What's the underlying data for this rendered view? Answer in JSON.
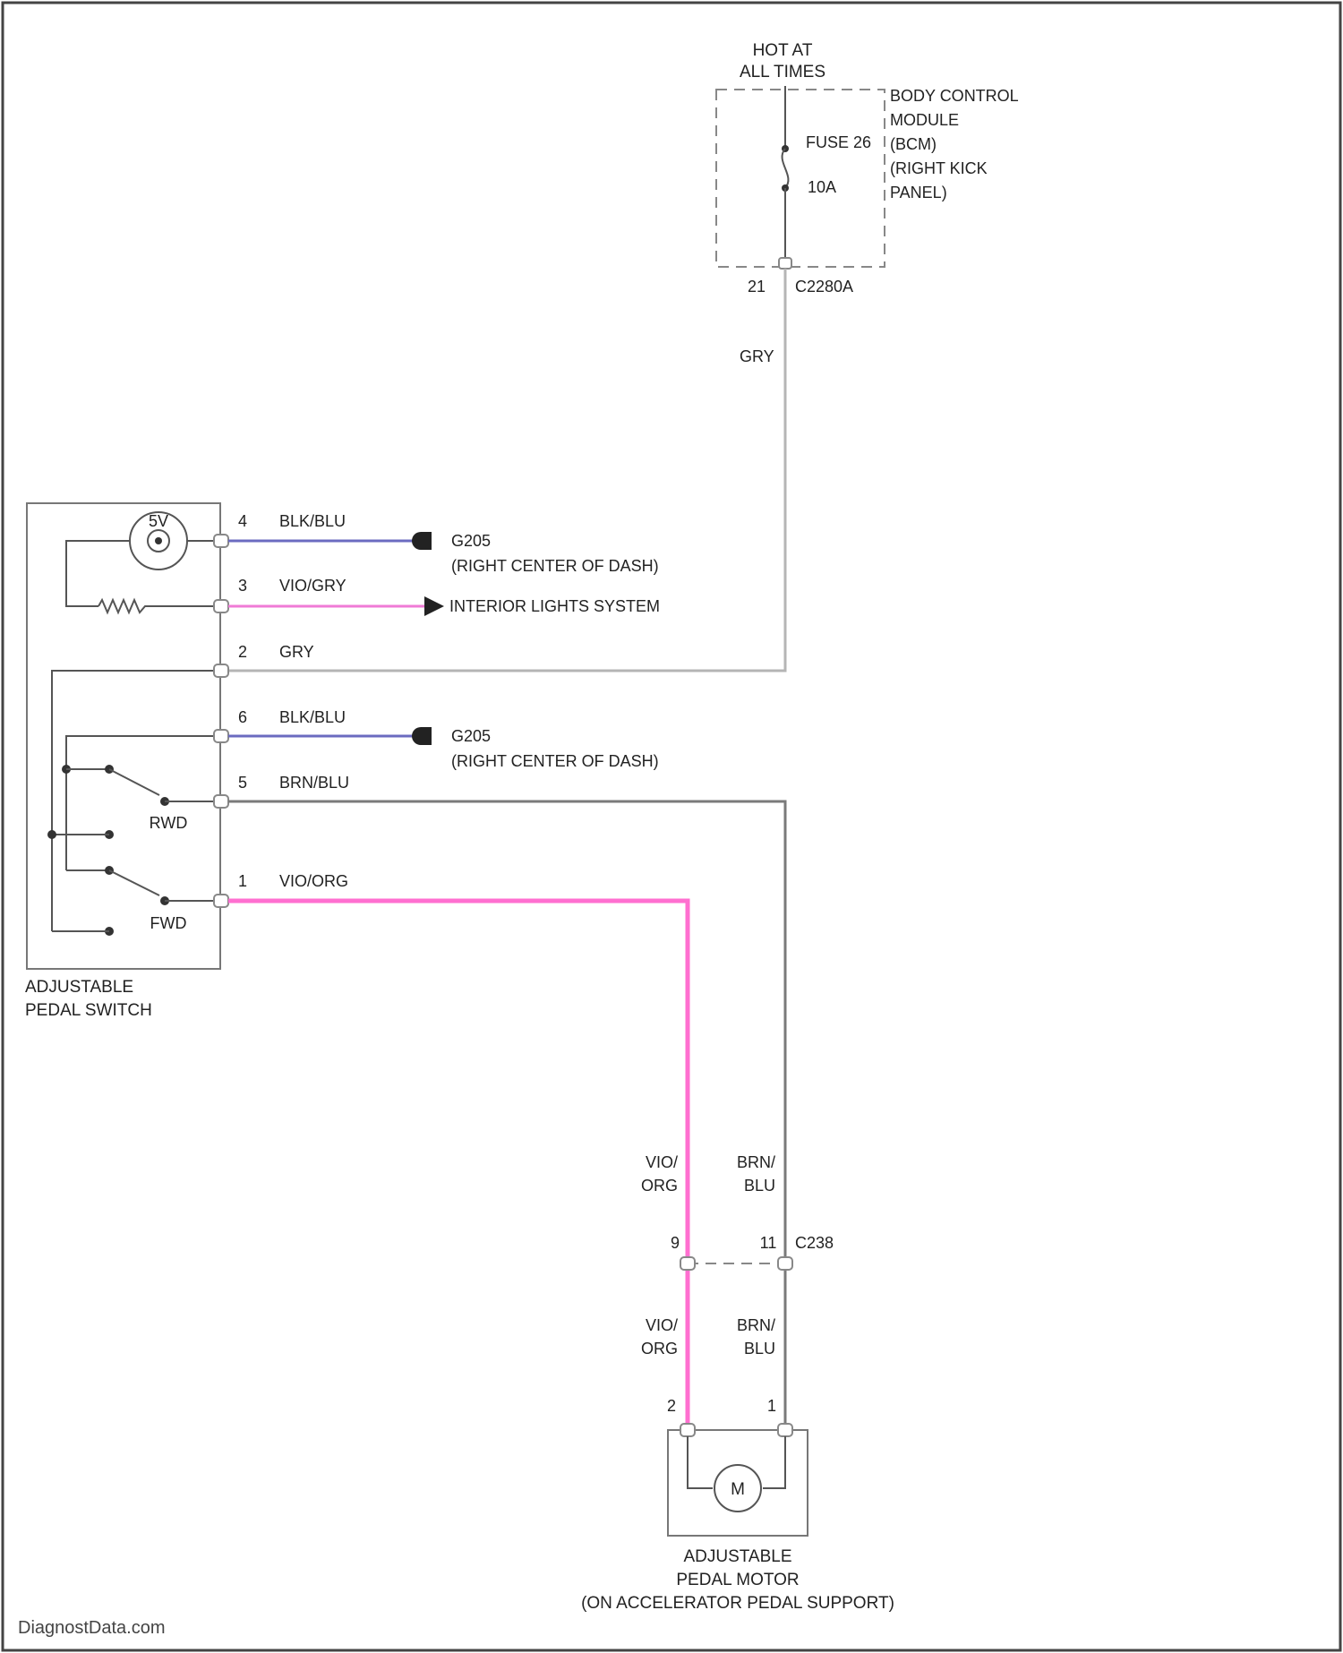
{
  "power": {
    "hot_line1": "HOT AT",
    "hot_line2": "ALL TIMES",
    "module_l1": "BODY CONTROL",
    "module_l2": "MODULE",
    "module_l3": "(BCM)",
    "module_l4": "(RIGHT KICK",
    "module_l5": "PANEL)",
    "fuse_name": "FUSE 26",
    "fuse_rating": "10A",
    "pin": "21",
    "connector": "C2280A",
    "wire_color": "GRY"
  },
  "switch": {
    "name_l1": "ADJUSTABLE",
    "name_l2": "PEDAL SWITCH",
    "rwd_label": "RWD",
    "fwd_label": "FWD",
    "lamp_label": "5V",
    "pins": [
      {
        "pin": "4",
        "wire": "BLK/BLU"
      },
      {
        "pin": "3",
        "wire": "VIO/GRY"
      },
      {
        "pin": "2",
        "wire": "GRY"
      },
      {
        "pin": "6",
        "wire": "BLK/BLU"
      },
      {
        "pin": "5",
        "wire": "BRN/BLU"
      },
      {
        "pin": "1",
        "wire": "VIO/ORG"
      }
    ]
  },
  "grounds": [
    {
      "name": "G205",
      "location": "(RIGHT CENTER OF DASH)"
    },
    {
      "name": "G205",
      "location": "(RIGHT CENTER OF DASH)"
    }
  ],
  "interior_lights": "INTERIOR LIGHTS SYSTEM",
  "inline": {
    "connector": "C238",
    "pin_left": "9",
    "pin_right": "11",
    "left_wire_l1": "VIO/",
    "left_wire_l2": "ORG",
    "right_wire_l1": "BRN/",
    "right_wire_l2": "BLU"
  },
  "motor": {
    "pin_left": "2",
    "pin_right": "1",
    "symbol": "M",
    "name_l1": "ADJUSTABLE",
    "name_l2": "PEDAL MOTOR",
    "name_l3": "(ON ACCELERATOR PEDAL SUPPORT)"
  },
  "watermark": "DiagnostData.com"
}
